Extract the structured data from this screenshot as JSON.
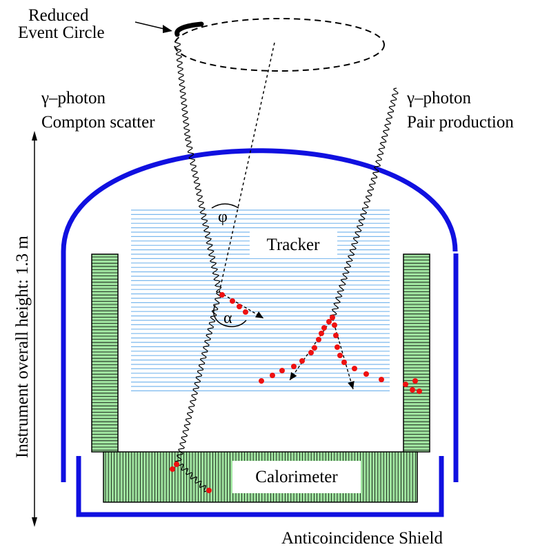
{
  "labels": {
    "reduced_event_circle_line1": "Reduced",
    "reduced_event_circle_line2": "Event Circle",
    "gamma_left_line1": "γ–photon",
    "gamma_left_line2": "Compton scatter",
    "gamma_right_line1": "γ–photon",
    "gamma_right_line2": "Pair production",
    "height": "Instrument overall height: 1.3 m",
    "tracker": "Tracker",
    "calorimeter": "Calorimeter",
    "shield": "Anticoincidence Shield",
    "phi": "φ",
    "alpha": "α"
  },
  "colors": {
    "shield": "#1010e0",
    "tracker_lines": "#7ab8ee",
    "calorimeter_fill": "#9fe39f",
    "dots": "#ee1111",
    "ink": "#000000"
  }
}
